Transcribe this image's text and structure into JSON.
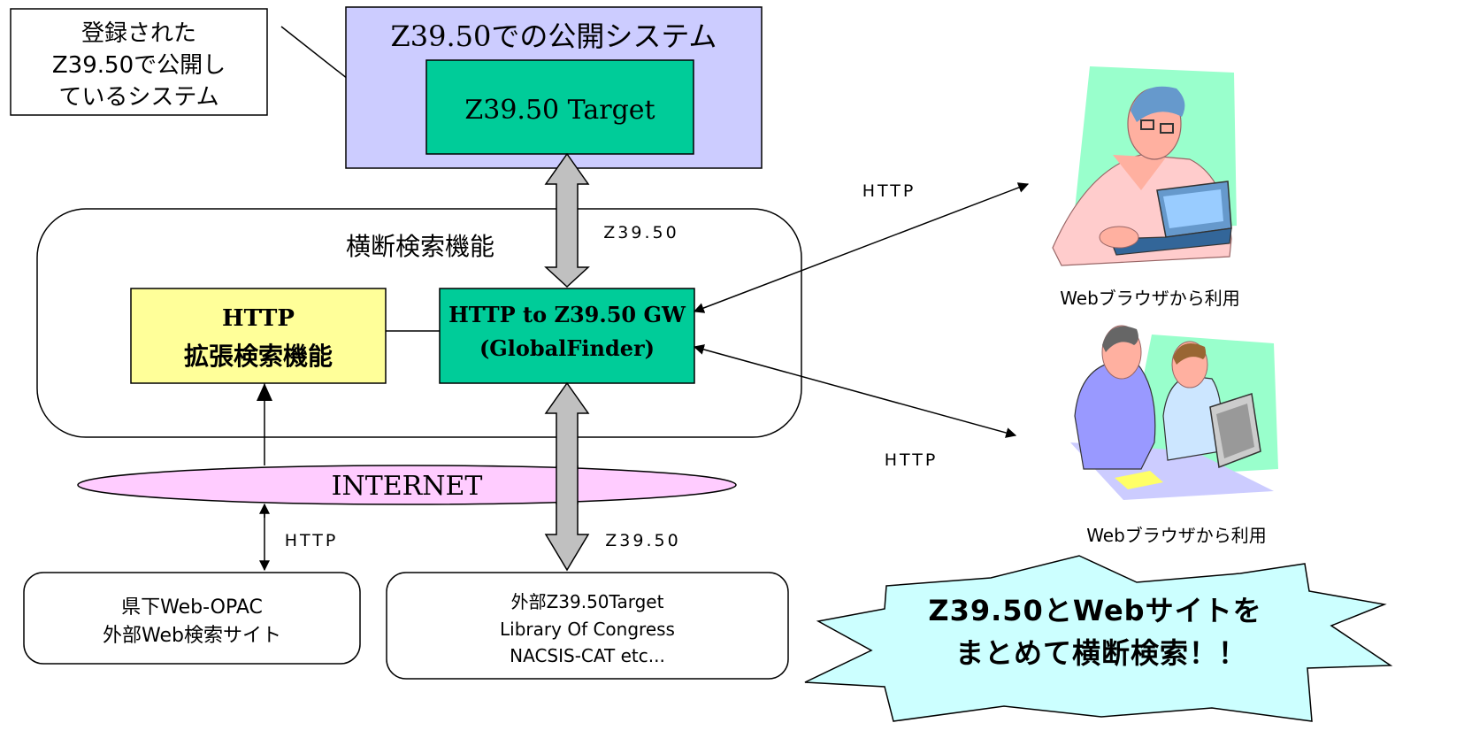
{
  "diagram": {
    "callout": {
      "line1": "登録された",
      "line2": "Z39.50で公開し",
      "line3": "ているシステム"
    },
    "public_system": {
      "title": "Z39.50での公開システム",
      "target_label": "Z39.50 Target"
    },
    "federated_search": {
      "title": "横断検索機能",
      "http_ext": {
        "line1": "HTTP",
        "line2": "拡張検索機能"
      },
      "gateway": {
        "line1": "HTTP to Z39.50 GW",
        "line2": "(GlobalFinder)"
      }
    },
    "internet_label": "INTERNET",
    "link_labels": {
      "z3950_top": "Z39.50",
      "z3950_bottom": "Z39.50",
      "http_left": "HTTP",
      "http_user1": "HTTP",
      "http_user2": "HTTP"
    },
    "local_sites": {
      "line1": "県下Web-OPAC",
      "line2": "外部Web検索サイト"
    },
    "external_targets": {
      "line1": "外部Z39.50Target",
      "line2": "Library Of Congress",
      "line3": "NACSIS-CAT etc..."
    },
    "users": [
      {
        "caption": "Webブラウザから利用"
      },
      {
        "caption": "Webブラウザから利用"
      }
    ],
    "banner": {
      "line1": "Z39.50とWebサイトを",
      "line2": "まとめて横断検索！！"
    },
    "colors": {
      "public_system_bg": "#CCCCFF",
      "target_bg": "#00CC99",
      "http_ext_bg": "#FFFF99",
      "internet_bg": "#FFCCFF",
      "banner_bg": "#CCFFFF",
      "arrow_fill": "#C0C0C0"
    }
  }
}
